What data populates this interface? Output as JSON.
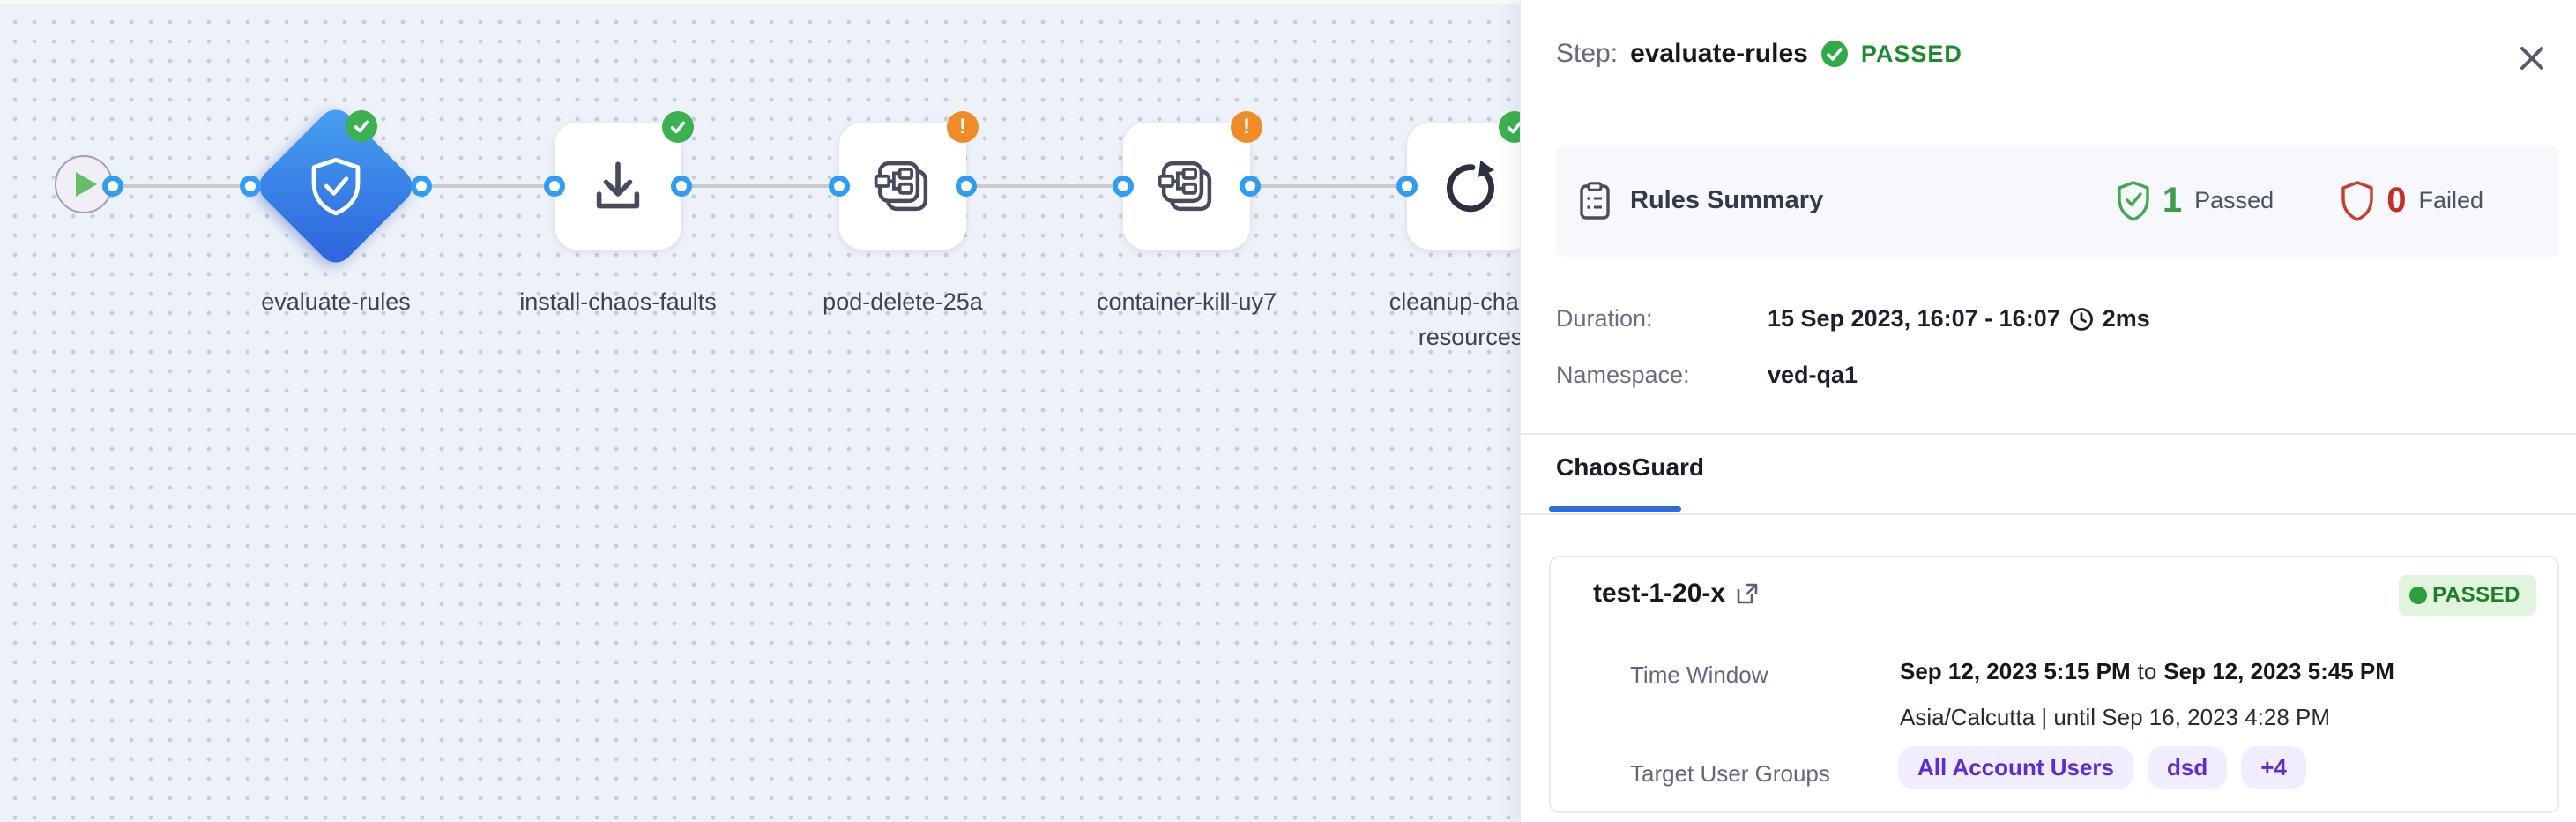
{
  "canvas": {
    "nodes": [
      {
        "type": "start"
      },
      {
        "label": "evaluate-rules",
        "status": "passed"
      },
      {
        "label": "install-chaos-faults",
        "status": "passed"
      },
      {
        "label": "pod-delete-25a",
        "status": "warning"
      },
      {
        "label": "container-kill-uy7",
        "status": "warning"
      },
      {
        "label": "cleanup-chaos-resources",
        "status": "passed"
      }
    ]
  },
  "panel": {
    "header": {
      "prefix": "Step:",
      "title": "evaluate-rules",
      "status": "PASSED"
    },
    "rules_summary": {
      "title": "Rules Summary",
      "passed_count": "1",
      "passed_label": "Passed",
      "failed_count": "0",
      "failed_label": "Failed"
    },
    "details": {
      "duration_label": "Duration:",
      "duration_value": "15 Sep 2023, 16:07 - 16:07",
      "duration_ms": "2ms",
      "namespace_label": "Namespace:",
      "namespace_value": "ved-qa1"
    },
    "tabs": [
      {
        "label": "ChaosGuard",
        "active": true
      }
    ],
    "guard_card": {
      "name": "test-1-20-x",
      "status": "PASSED",
      "time_window_label": "Time Window",
      "time_from": "Sep 12, 2023 5:15 PM",
      "time_join": "to",
      "time_to": "Sep 12, 2023 5:45 PM",
      "timezone_line": "Asia/Calcutta | until Sep 16, 2023 4:28 PM",
      "target_label": "Target User Groups",
      "target_groups": [
        "All Account Users",
        "dsd",
        "+4"
      ]
    }
  },
  "colors": {
    "accent_blue": "#2a6ae3",
    "node_blue": "#2c62dd",
    "passed_green": "#1e8b2f",
    "failed_red": "#c22f28",
    "warning_orange": "#ef8c27",
    "pill_purple": "#5a2ed2"
  }
}
